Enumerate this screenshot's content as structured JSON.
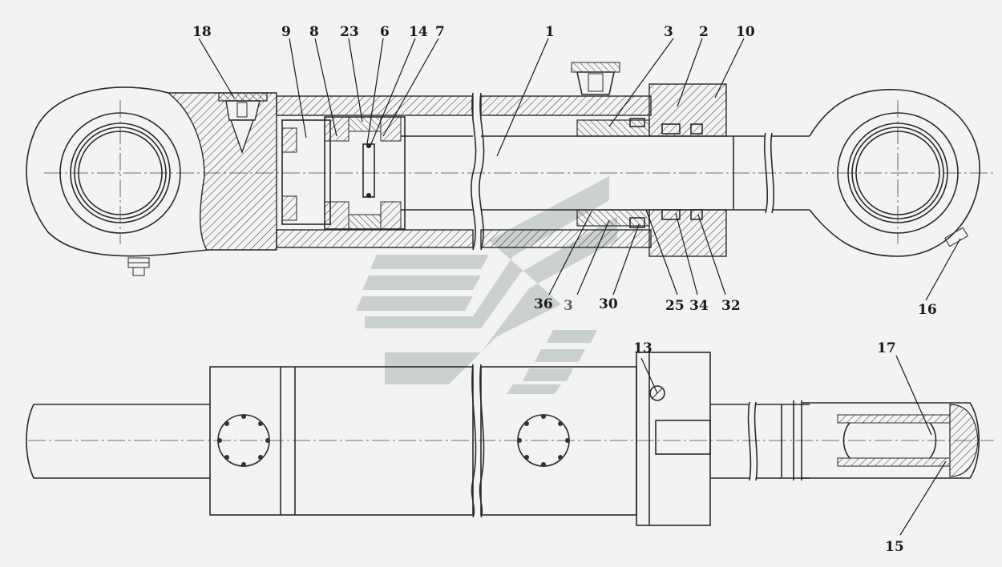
{
  "drawing": {
    "part_labels": [
      "18",
      "9",
      "8",
      "23",
      "6",
      "14",
      "7",
      "1",
      "3",
      "2",
      "10",
      "36",
      "3",
      "30",
      "25",
      "34",
      "32",
      "16",
      "13",
      "17",
      "15"
    ]
  },
  "colors": {
    "background": "#f3f3f3",
    "line": "#2a2a2a",
    "watermark": "#a9b5af"
  }
}
